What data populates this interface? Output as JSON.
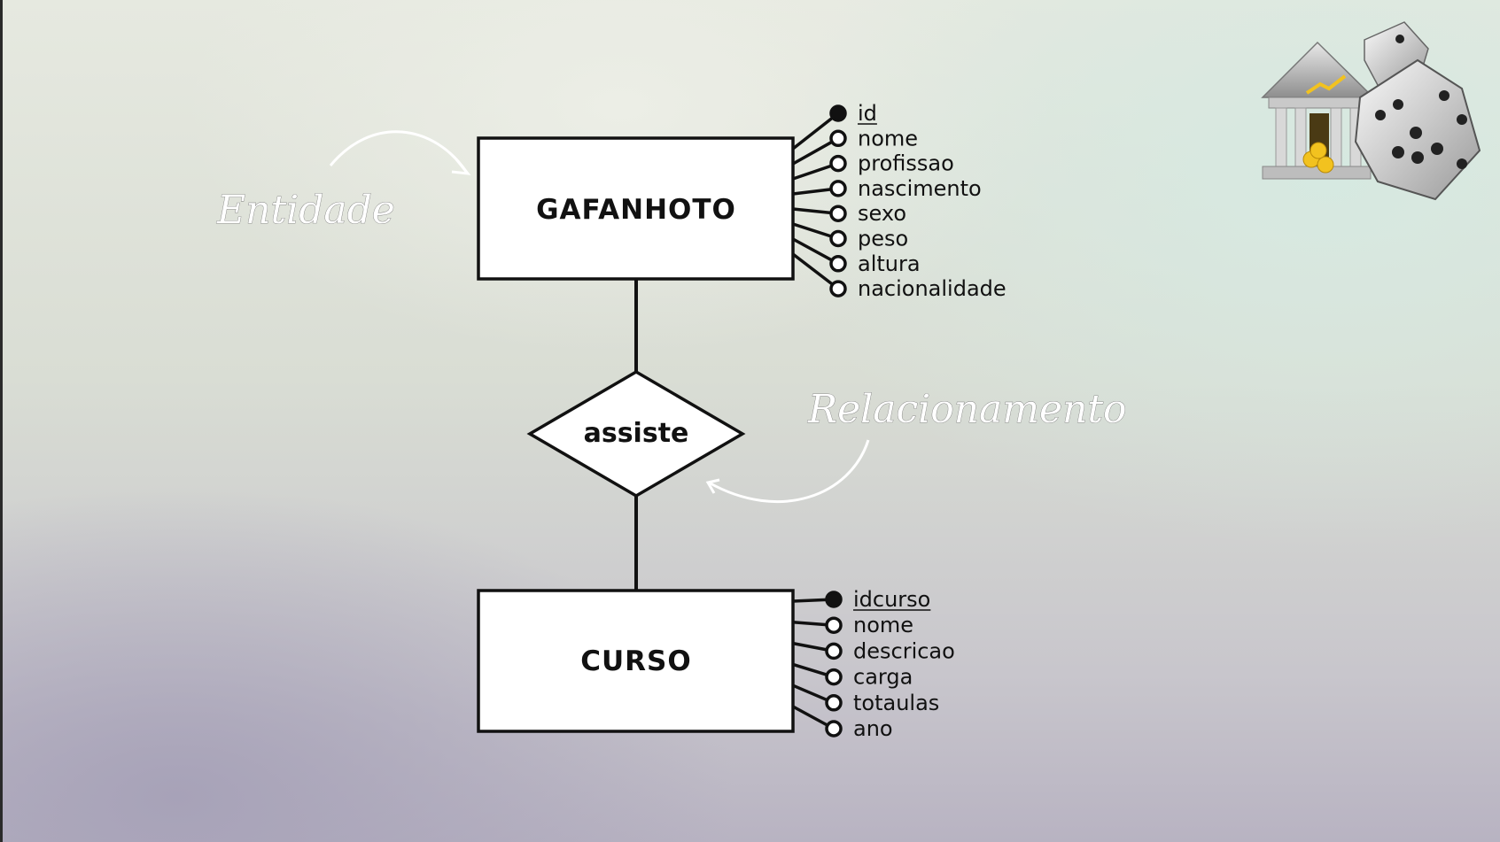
{
  "annotations": {
    "entity": "Entidade",
    "relationship": "Relacionamento"
  },
  "entities": [
    {
      "name": "GAFANHOTO",
      "attributes": [
        {
          "name": "id",
          "key": true
        },
        {
          "name": "nome",
          "key": false
        },
        {
          "name": "profissao",
          "key": false
        },
        {
          "name": "nascimento",
          "key": false
        },
        {
          "name": "sexo",
          "key": false
        },
        {
          "name": "peso",
          "key": false
        },
        {
          "name": "altura",
          "key": false
        },
        {
          "name": "nacionalidade",
          "key": false
        }
      ]
    },
    {
      "name": "CURSO",
      "attributes": [
        {
          "name": "idcurso",
          "key": true
        },
        {
          "name": "nome",
          "key": false
        },
        {
          "name": "descricao",
          "key": false
        },
        {
          "name": "carga",
          "key": false
        },
        {
          "name": "totaulas",
          "key": false
        },
        {
          "name": "ano",
          "key": false
        }
      ]
    }
  ],
  "relationship": {
    "name": "assiste"
  },
  "logo": {
    "icon": "bank-and-dice-icon"
  }
}
